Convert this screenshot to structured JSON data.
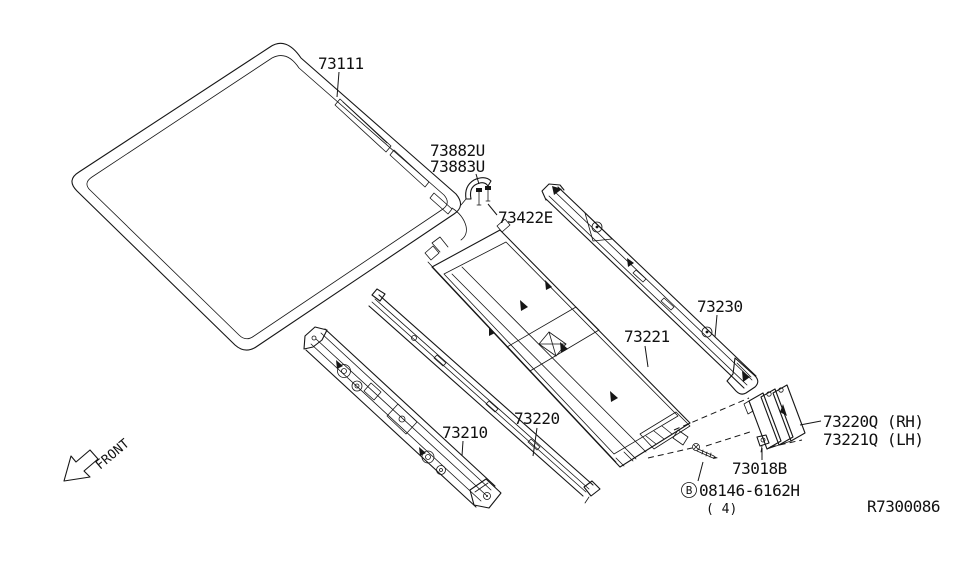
{
  "figure": {
    "ref_code": "R7300086",
    "front_indicator": "FRONT"
  },
  "parts": {
    "roof_panel": "73111",
    "clip_a": "73882U",
    "clip_b": "73883U",
    "screw": "73422E",
    "roof_rail_rear": "73230",
    "sunroof_frame": "73221",
    "roof_bow_center": "73220",
    "roof_bow_front": "73210",
    "bracket_rh": "73220Q (RH)",
    "bracket_lh": "73221Q (LH)",
    "nut": "73018B",
    "bolt_marker": "B",
    "bolt_number": "08146-6162H",
    "bolt_qty": "( 4)"
  }
}
